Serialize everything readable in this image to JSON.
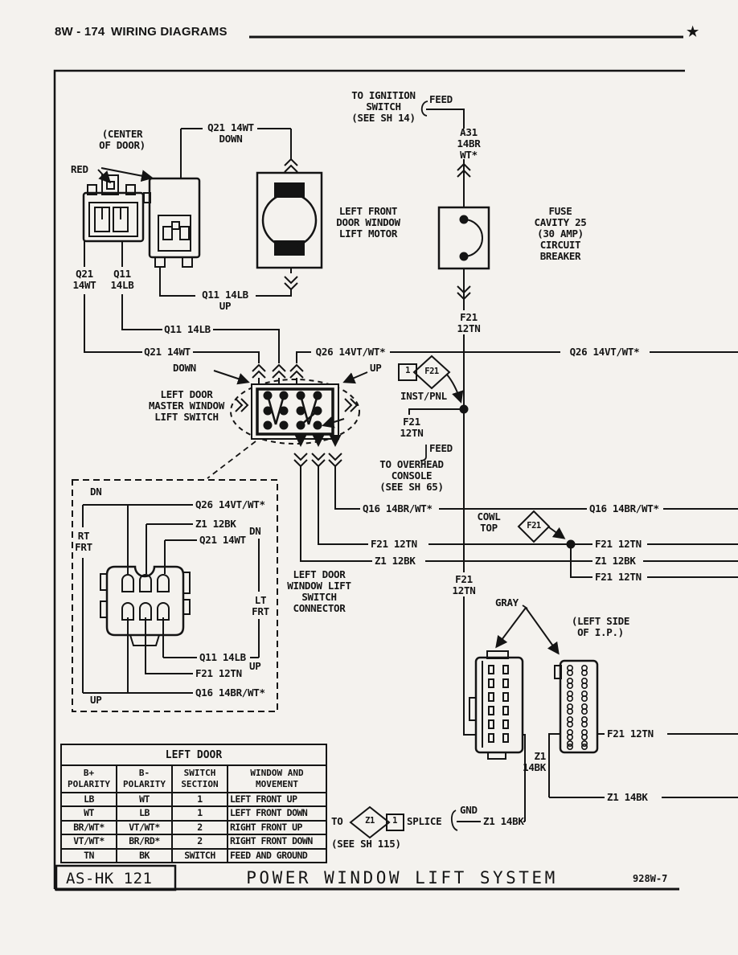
{
  "header": {
    "page": "8W - 174",
    "section": "WIRING DIAGRAMS",
    "star": "★"
  },
  "footer": {
    "code": "AS-HK 121",
    "title": "POWER WINDOW LIFT SYSTEM",
    "sheet": "928W-7"
  },
  "labels": {
    "ignition": "TO IGNITION\nSWITCH\n(SEE SH 14)",
    "feed_top": "FEED",
    "a31": "A31\n14BR\nWT*",
    "fuse": "FUSE\nCAVITY 25\n(30 AMP)\nCIRCUIT\nBREAKER",
    "f21_breaker": "F21\n12TN",
    "motor": "LEFT FRONT\nDOOR WINDOW\nLIFT MOTOR",
    "center_of_door": "(CENTER\nOF DOOR)",
    "red": "RED",
    "q21_down": "Q21 14WT\nDOWN",
    "q11_up": "Q11 14LB\nUP",
    "q21_v": "Q21\n14WT",
    "q11_v": "Q11\n14LB",
    "q11_line": "Q11 14LB",
    "q21_line": "Q21 14WT",
    "q26_line1": "Q26 14VT/WT*",
    "q26_line2": "Q26 14VT/WT*",
    "down": "DOWN",
    "up": "UP",
    "master_switch": "LEFT DOOR\nMASTER WINDOW\nLIFT SWITCH",
    "inst_pnl": "INST/PNL",
    "conn_num": "1",
    "conn_code": "F21",
    "f21_console": "F21\n12TN",
    "feed_console": "FEED",
    "overhead": "TO OVERHEAD\nCONSOLE\n(SEE SH 65)",
    "q16_line1": "Q16 14BR/WT*",
    "q16_line2": "Q16 14BR/WT*",
    "cowl": "COWL\nTOP",
    "cowl_code": "F21",
    "f21_line1": "F21 12TN",
    "f21_line2": "F21 12TN",
    "f21_line3": "F21 12TN",
    "z1_line1": "Z1 12BK",
    "z1_line2": "Z1 12BK",
    "f21_ip": "F21\n12TN",
    "dn_left": "DN",
    "rt_frt": "RT\nFRT",
    "q26_inner": "Q26 14VT/WT*",
    "z1_inner": "Z1 12BK",
    "q21_inner": "Q21 14WT",
    "dn_right": "DN",
    "lt_frt": "LT\nFRT",
    "q11_inner": "Q11 14LB",
    "up_right": "UP",
    "f21_inner": "F21 12TN",
    "q16_inner": "Q16 14BR/WT*",
    "up_left": "UP",
    "switch_connector": "LEFT DOOR\nWINDOW LIFT\nSWITCH\nCONNECTOR",
    "gray": "GRAY",
    "left_side_ip": "(LEFT SIDE\nOF I.P.)",
    "f21_ip_out": "F21 12TN",
    "z1_14bk_v": "Z1\n14BK",
    "z1_14bk_line": "Z1 14BK",
    "splice_to": "TO",
    "splice_z1": "Z1",
    "splice_1": "1",
    "splice_label": "SPLICE",
    "gnd": "GND",
    "z1_gnd": "Z1 14BK",
    "see_sh115": "(SEE SH 115)"
  },
  "table": {
    "title": "LEFT DOOR",
    "headers": [
      "B+\nPOLARITY",
      "B-\nPOLARITY",
      "SWITCH\nSECTION",
      "WINDOW AND\nMOVEMENT"
    ],
    "rows": [
      [
        "LB",
        "WT",
        "1",
        "LEFT FRONT UP"
      ],
      [
        "WT",
        "LB",
        "1",
        "LEFT FRONT DOWN"
      ],
      [
        "BR/WT*",
        "VT/WT*",
        "2",
        "RIGHT FRONT UP"
      ],
      [
        "VT/WT*",
        "BR/RD*",
        "2",
        "RIGHT FRONT DOWN"
      ],
      [
        "TN",
        "BK",
        "SWITCH",
        "FEED AND GROUND"
      ]
    ]
  },
  "colors": {
    "ink": "#141414",
    "paper": "#f4f2ee"
  }
}
